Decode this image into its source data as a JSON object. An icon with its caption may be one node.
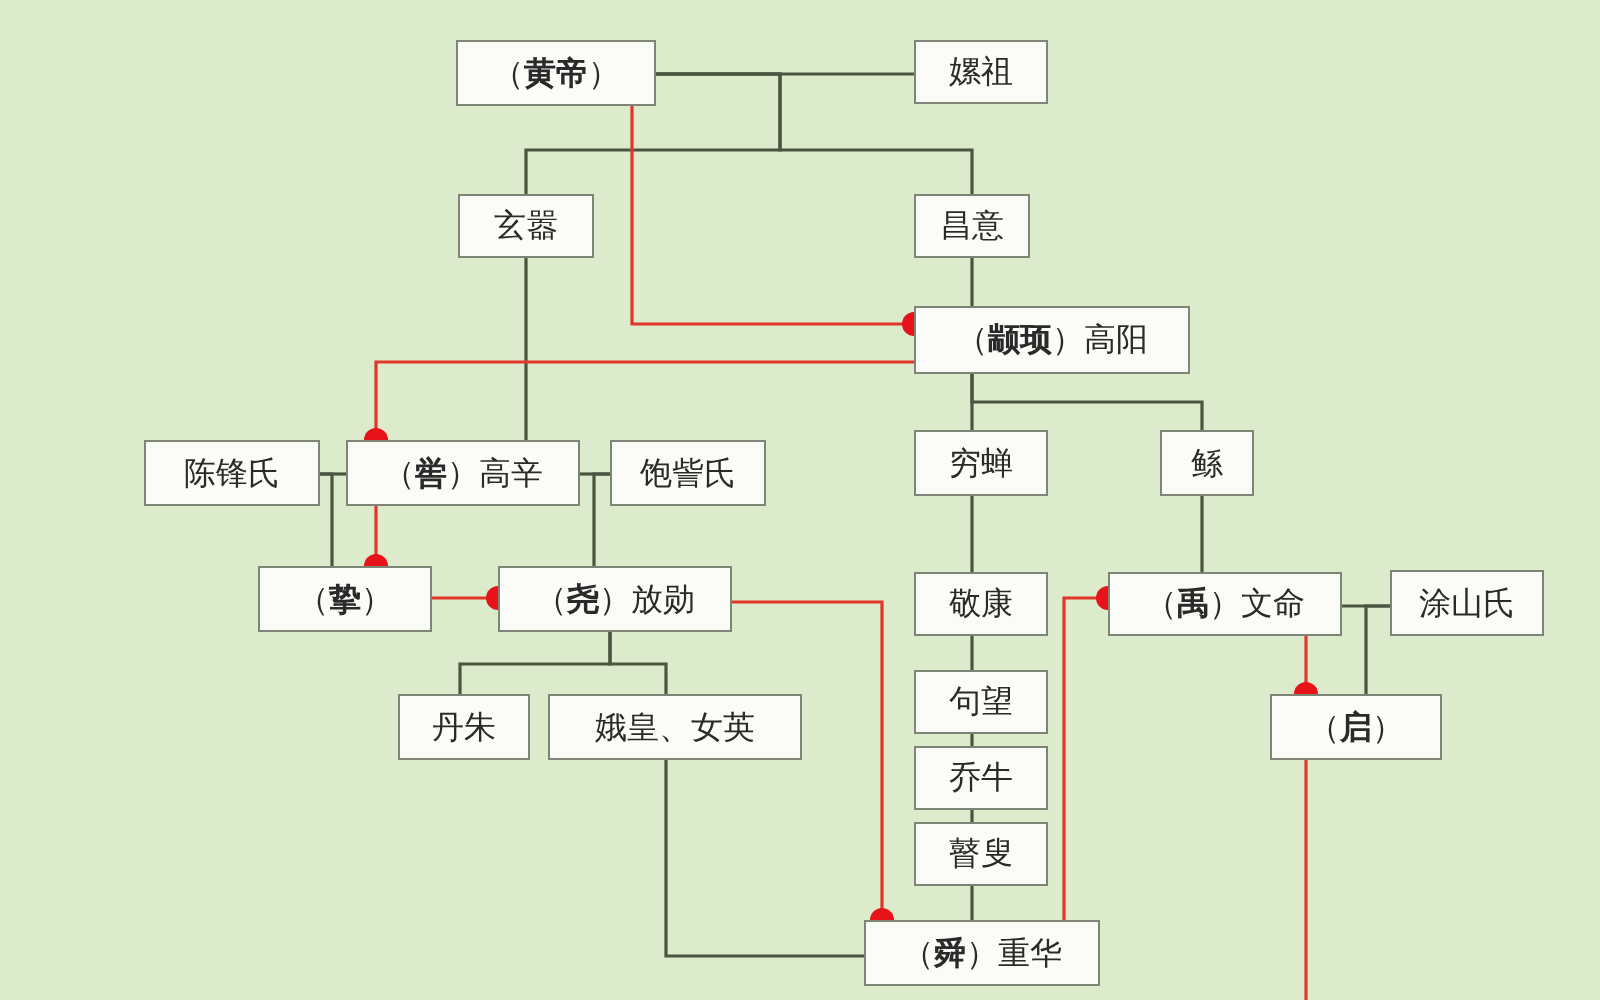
{
  "diagram": {
    "nodes": [
      {
        "text": [
          "（**黄帝**）"
        ]
      },
      {
        "text": [
          "嫘祖"
        ]
      },
      {
        "text": [
          "玄嚣"
        ]
      },
      {
        "text": [
          "昌意"
        ]
      },
      {
        "text": [
          "（**颛顼**）高阳"
        ]
      },
      {
        "text": [
          "陈锋氏"
        ]
      },
      {
        "text": [
          "（**喾**）高辛"
        ]
      },
      {
        "text": [
          "饱訾氏"
        ]
      },
      {
        "text": [
          "穷蝉"
        ]
      },
      {
        "text": [
          "鲧"
        ]
      },
      {
        "text": [
          "（**挚**）"
        ]
      },
      {
        "text": [
          "（**尧**）放勋"
        ]
      },
      {
        "text": [
          "敬康"
        ]
      },
      {
        "text": [
          "（**禹**）文命"
        ]
      },
      {
        "text": [
          "涂山氏"
        ]
      },
      {
        "text": [
          "丹朱"
        ]
      },
      {
        "text": [
          "娥皇、女英"
        ]
      },
      {
        "text": [
          "句望"
        ]
      },
      {
        "text": [
          "乔牛"
        ]
      },
      {
        "text": [
          "瞽叟"
        ]
      },
      {
        "text": [
          "（**启**）"
        ]
      },
      {
        "text": [
          "（**舜**）重华"
        ]
      }
    ],
    "edges": [
      {
        "from": 0,
        "to": 1,
        "arrow": "none"
      },
      {
        "from": 0,
        "to": 2,
        "arrow": "none"
      },
      {
        "from": 0,
        "to": 3,
        "arrow": "none"
      },
      {
        "from": 2,
        "to": 6,
        "arrow": "none"
      },
      {
        "from": 3,
        "to": 4,
        "arrow": "none"
      },
      {
        "from": 0,
        "to": 4,
        "arrow": "other",
        "color": "#e0362c"
      },
      {
        "from": 4,
        "to": 6,
        "arrow": "other",
        "color": "#e0362c"
      },
      {
        "from": 5,
        "to": 6,
        "arrow": "none"
      },
      {
        "from": 6,
        "to": 7,
        "arrow": "none"
      },
      {
        "from": 5,
        "to": 10,
        "arrow": "none"
      },
      {
        "from": 7,
        "to": 11,
        "arrow": "none"
      },
      {
        "from": 6,
        "to": 10,
        "arrow": "other",
        "color": "#e0362c"
      },
      {
        "from": 4,
        "to": 8,
        "arrow": "none"
      },
      {
        "from": 4,
        "to": 9,
        "arrow": "none"
      },
      {
        "from": 10,
        "to": 11,
        "arrow": "other",
        "color": "#e0362c"
      },
      {
        "from": 8,
        "to": 12,
        "arrow": "none"
      },
      {
        "from": 9,
        "to": 13,
        "arrow": "none"
      },
      {
        "from": 13,
        "to": 14,
        "arrow": "none"
      },
      {
        "from": 14,
        "to": 20,
        "arrow": "none"
      },
      {
        "from": 13,
        "to": 20,
        "arrow": "other",
        "color": "#e0362c"
      },
      {
        "from": 11,
        "to": 15,
        "arrow": "none"
      },
      {
        "from": 11,
        "to": 16,
        "arrow": "none"
      },
      {
        "from": 11,
        "to": 21,
        "arrow": "other",
        "color": "#e0362c"
      },
      {
        "from": 21,
        "to": 13,
        "arrow": "other",
        "color": "#e0362c"
      },
      {
        "from": 12,
        "to": 17,
        "arrow": "none"
      },
      {
        "from": 17,
        "to": 18,
        "arrow": "none"
      },
      {
        "from": 18,
        "to": 19,
        "arrow": "none"
      },
      {
        "from": 19,
        "to": 21,
        "arrow": "none"
      },
      {
        "from": 16,
        "to": 21,
        "arrow": "none"
      },
      {
        "from": 20,
        "to": null,
        "arrow": "none",
        "color": "#e0362c"
      }
    ]
  }
}
